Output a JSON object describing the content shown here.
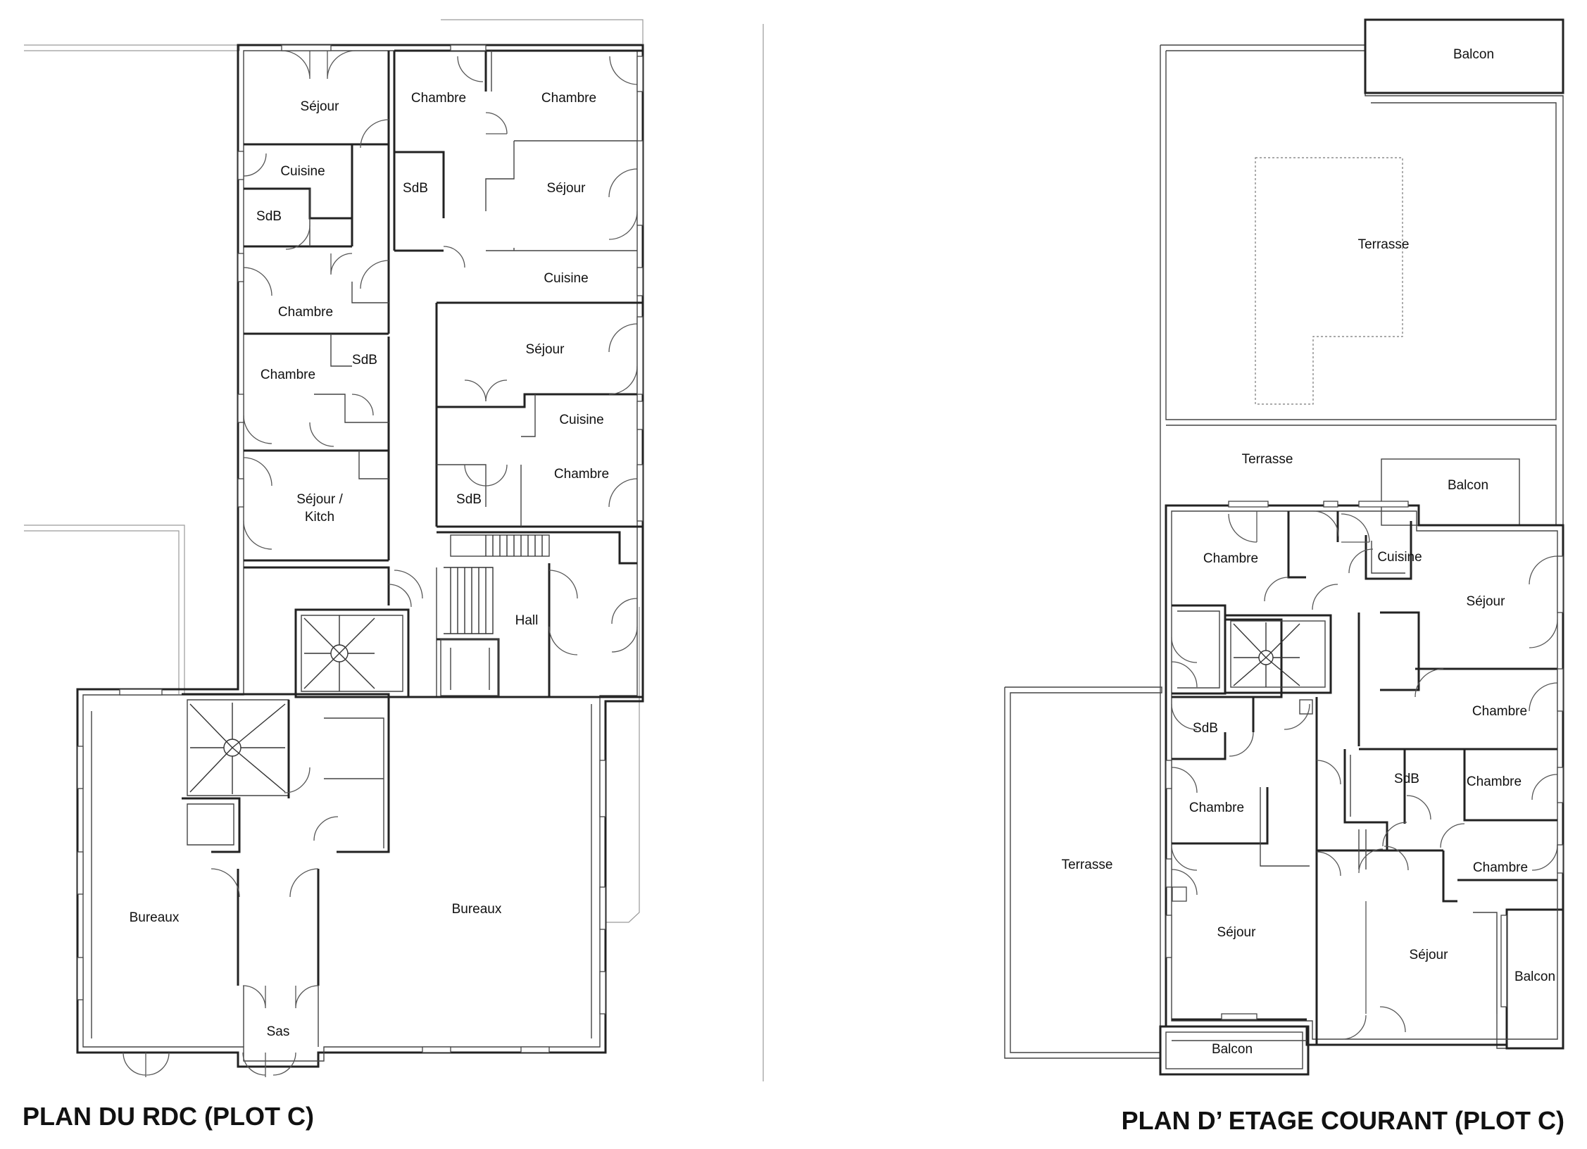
{
  "plans": [
    {
      "title": "PLAN DU RDC (PLOT C)",
      "rooms": [
        "Séjour",
        "Chambre",
        "Chambre",
        "Cuisine",
        "SdB",
        "Séjour",
        "SdB",
        "Chambre",
        "Cuisine",
        "Chambre",
        "SdB",
        "Séjour",
        "Cuisine",
        "Séjour /",
        "Kitch",
        "Chambre",
        "SdB",
        "Hall",
        "Bureaux",
        "Bureaux",
        "Sas"
      ]
    },
    {
      "title": "PLAN D’ ETAGE COURANT (PLOT C)",
      "rooms": [
        "Balcon",
        "Terrasse",
        "Terrasse",
        "Balcon",
        "Chambre",
        "Cuisine",
        "Séjour",
        "Chambre",
        "SdB",
        "SdB",
        "Chambre",
        "Chambre",
        "Chambre",
        "Terrasse",
        "Séjour",
        "Séjour",
        "Balcon",
        "Balcon"
      ]
    }
  ]
}
